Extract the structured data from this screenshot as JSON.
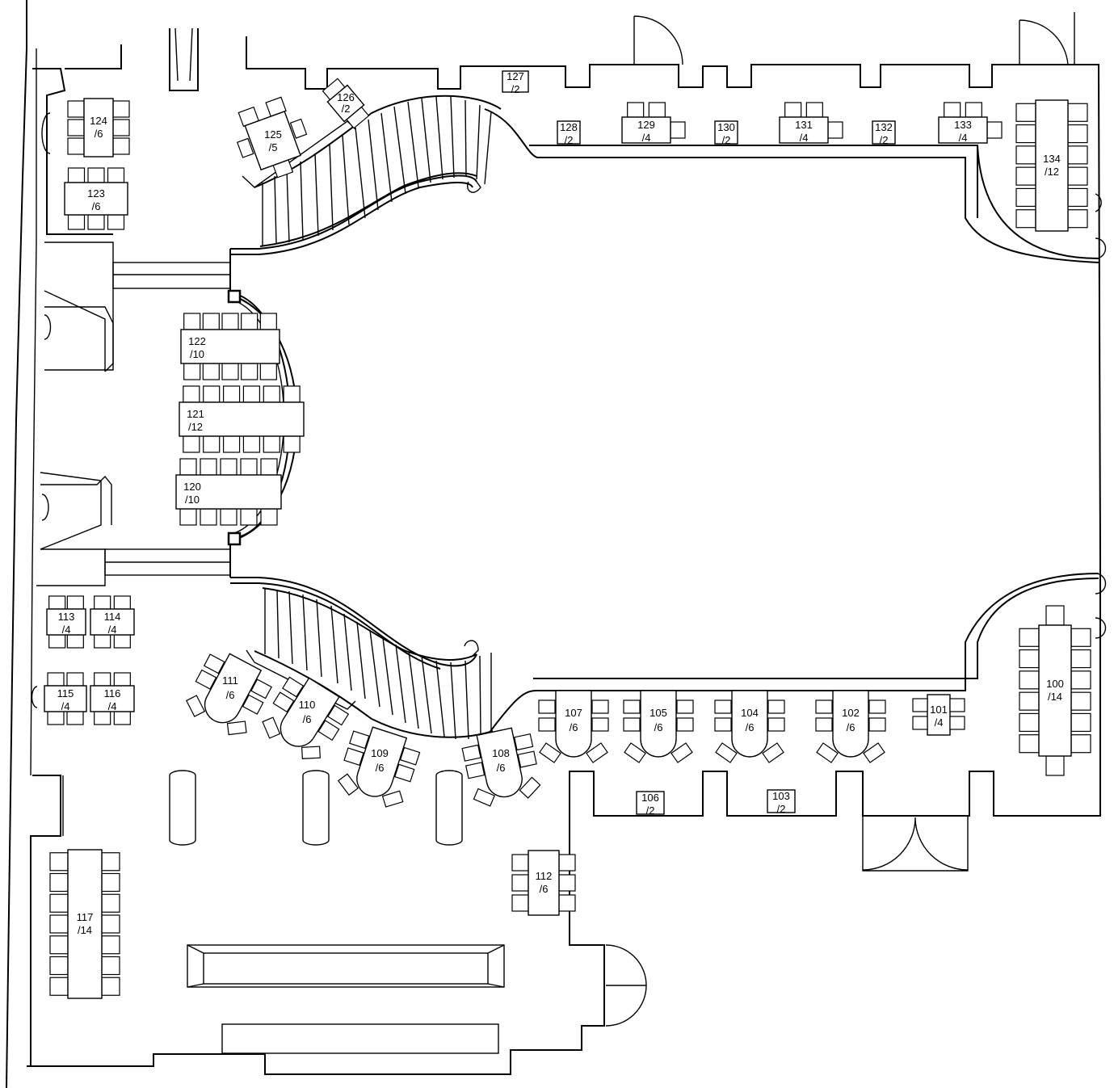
{
  "tables": [
    {
      "id": "t100",
      "number": "100",
      "seats": "/14"
    },
    {
      "id": "t101",
      "number": "101",
      "seats": "/4"
    },
    {
      "id": "t102",
      "number": "102",
      "seats": "/6"
    },
    {
      "id": "t103",
      "number": "103",
      "seats": "/2"
    },
    {
      "id": "t104",
      "number": "104",
      "seats": "/6"
    },
    {
      "id": "t105",
      "number": "105",
      "seats": "/6"
    },
    {
      "id": "t106",
      "number": "106",
      "seats": "/2"
    },
    {
      "id": "t107",
      "number": "107",
      "seats": "/6"
    },
    {
      "id": "t108",
      "number": "108",
      "seats": "/6"
    },
    {
      "id": "t109",
      "number": "109",
      "seats": "/6"
    },
    {
      "id": "t110",
      "number": "110",
      "seats": "/6"
    },
    {
      "id": "t111",
      "number": "111",
      "seats": "/6"
    },
    {
      "id": "t112",
      "number": "112",
      "seats": "/6"
    },
    {
      "id": "t113",
      "number": "113",
      "seats": "/4"
    },
    {
      "id": "t114",
      "number": "114",
      "seats": "/4"
    },
    {
      "id": "t115",
      "number": "115",
      "seats": "/4"
    },
    {
      "id": "t116",
      "number": "116",
      "seats": "/4"
    },
    {
      "id": "t117",
      "number": "117",
      "seats": "/14"
    },
    {
      "id": "t120",
      "number": "120",
      "seats": "/10"
    },
    {
      "id": "t121",
      "number": "121",
      "seats": "/12"
    },
    {
      "id": "t122",
      "number": "122",
      "seats": "/10"
    },
    {
      "id": "t123",
      "number": "123",
      "seats": "/6"
    },
    {
      "id": "t124",
      "number": "124",
      "seats": "/6"
    },
    {
      "id": "t125",
      "number": "125",
      "seats": "/5"
    },
    {
      "id": "t126",
      "number": "126",
      "seats": "/2"
    },
    {
      "id": "t127",
      "number": "127",
      "seats": "/2"
    },
    {
      "id": "t128",
      "number": "128",
      "seats": "/2"
    },
    {
      "id": "t129",
      "number": "129",
      "seats": "/4"
    },
    {
      "id": "t130",
      "number": "130",
      "seats": "/2"
    },
    {
      "id": "t131",
      "number": "131",
      "seats": "/4"
    },
    {
      "id": "t132",
      "number": "132",
      "seats": "/2"
    },
    {
      "id": "t133",
      "number": "133",
      "seats": "/4"
    },
    {
      "id": "t134",
      "number": "134",
      "seats": "/12"
    }
  ]
}
